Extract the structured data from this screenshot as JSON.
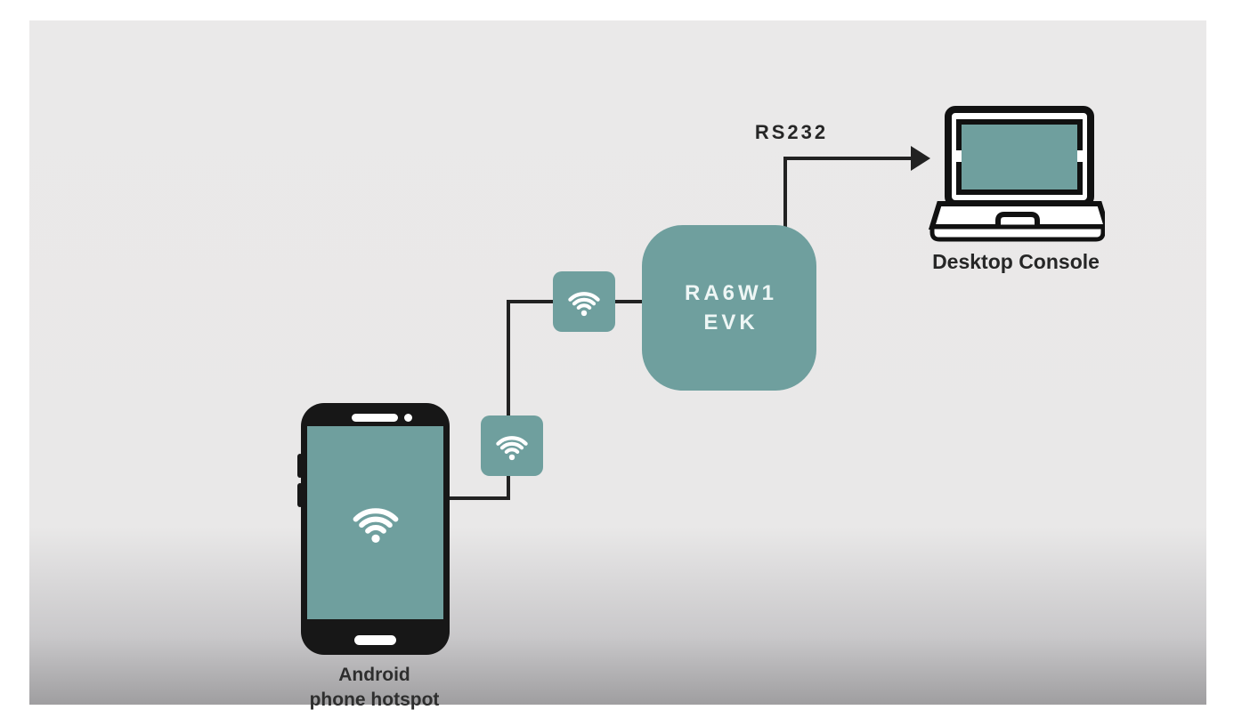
{
  "diagram": {
    "phone": {
      "label_line1": "Android",
      "label_line2": "phone hotspot",
      "screen_icon": "wifi-icon"
    },
    "wifi_links": {
      "lower_node_icon": "wifi-icon",
      "upper_node_icon": "wifi-icon"
    },
    "evk_box": {
      "line1": "RA6W1",
      "line2": "EVK"
    },
    "serial_link": {
      "label": "RS232"
    },
    "laptop": {
      "label": "Desktop Console",
      "icon": "laptop-icon"
    },
    "colors": {
      "teal": "#6f9f9e",
      "background": "#eae9e9",
      "background_bottom": "#9f9ea0",
      "frame": "#ffffff",
      "line": "#222222",
      "phone_body": "#171717",
      "label_text": "#262626",
      "evk_text": "#eef6f5"
    }
  }
}
